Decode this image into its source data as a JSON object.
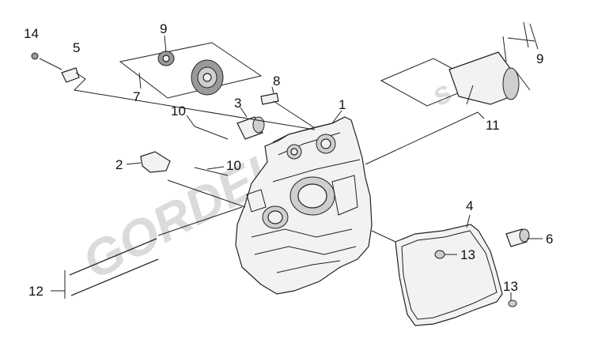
{
  "watermark": "GORDELIS",
  "watermark_tail": "s",
  "callouts": [
    {
      "id": "c1",
      "label": "1"
    },
    {
      "id": "c2",
      "label": "2"
    },
    {
      "id": "c3",
      "label": "3"
    },
    {
      "id": "c4",
      "label": "4"
    },
    {
      "id": "c5",
      "label": "5"
    },
    {
      "id": "c6",
      "label": "6"
    },
    {
      "id": "c7",
      "label": "7"
    },
    {
      "id": "c8",
      "label": "8"
    },
    {
      "id": "c9a",
      "label": "9"
    },
    {
      "id": "c9b",
      "label": "9"
    },
    {
      "id": "c10a",
      "label": "10"
    },
    {
      "id": "c10b",
      "label": "10"
    },
    {
      "id": "c11",
      "label": "11"
    },
    {
      "id": "c12",
      "label": "12"
    },
    {
      "id": "c13a",
      "label": "13"
    },
    {
      "id": "c13b",
      "label": "13"
    },
    {
      "id": "c14",
      "label": "14"
    }
  ]
}
